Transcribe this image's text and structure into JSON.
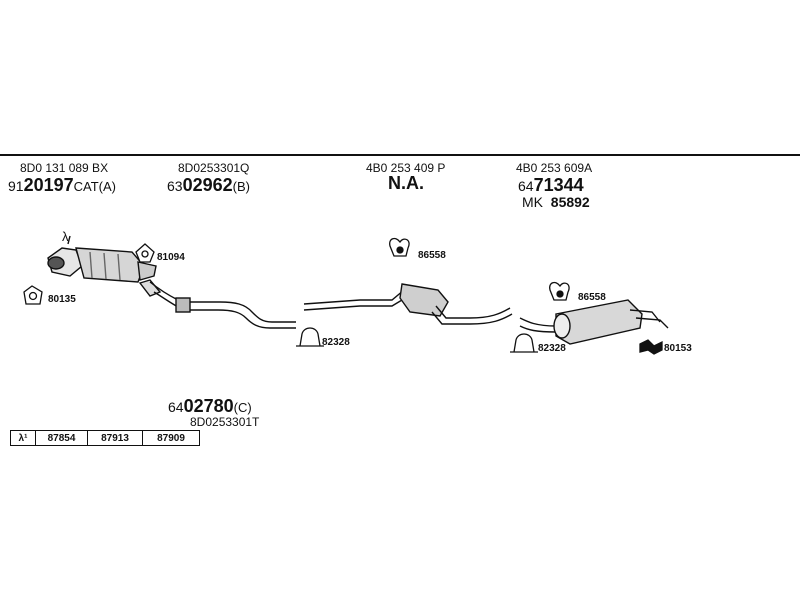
{
  "groups": [
    {
      "part_number": "8D0 131 089 BX",
      "ref_prefix": "91",
      "ref_main": "20197",
      "ref_suffix": "CAT(A)"
    },
    {
      "part_number": "8D0253301Q",
      "ref_prefix": "63",
      "ref_main": "02962",
      "ref_suffix": "(B)"
    },
    {
      "part_number": "4B0 253 409 P",
      "status": "N.A."
    },
    {
      "part_number": "4B0 253 609A",
      "ref_prefix": "64",
      "ref_main": "71344",
      "mk_prefix": "MK",
      "mk_value": "85892"
    }
  ],
  "bottom_group": {
    "ref_prefix": "64",
    "ref_main": "02780",
    "ref_suffix": "(C)",
    "part_number": "8D0253301T"
  },
  "parts": {
    "lambda_symbol": "λ",
    "p81094": "81094",
    "p80135": "80135",
    "p86558a": "86558",
    "p82328a": "82328",
    "p86558b": "86558",
    "p82328b": "82328",
    "p80153": "80153"
  },
  "table": [
    "λ¹",
    "87854",
    "87913",
    "87909"
  ]
}
